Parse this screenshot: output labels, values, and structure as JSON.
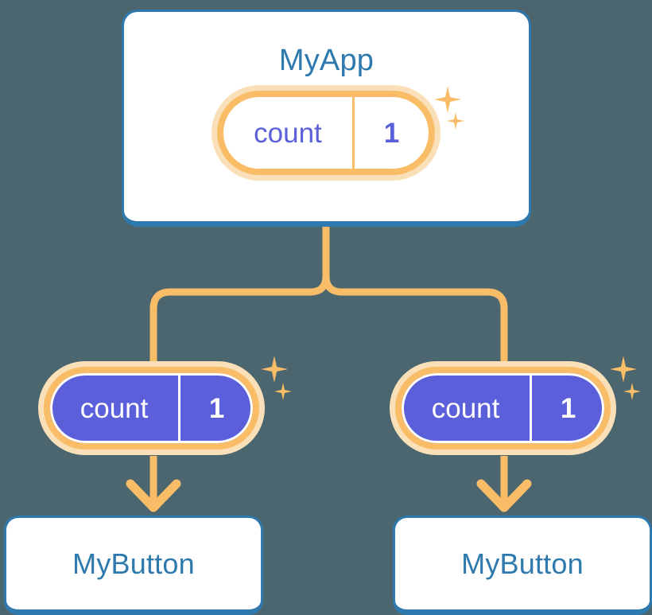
{
  "diagram": {
    "background_color": "#4c6670",
    "accent_blue": "#2e79ad",
    "accent_orange": "#f9bd68",
    "accent_orange_pale": "#fae0b8",
    "accent_purple": "#5b5fd9"
  },
  "root": {
    "title": "MyApp",
    "state": {
      "key": "count",
      "value": "1"
    }
  },
  "consumers": [
    {
      "title": "MyButton",
      "state": {
        "key": "count",
        "value": "1"
      }
    },
    {
      "title": "MyButton",
      "state": {
        "key": "count",
        "value": "1"
      }
    }
  ],
  "icons": {
    "sparkle_large": "sparkle-four-point-large",
    "sparkle_small": "sparkle-four-point-small",
    "arrow": "arrow-down"
  }
}
